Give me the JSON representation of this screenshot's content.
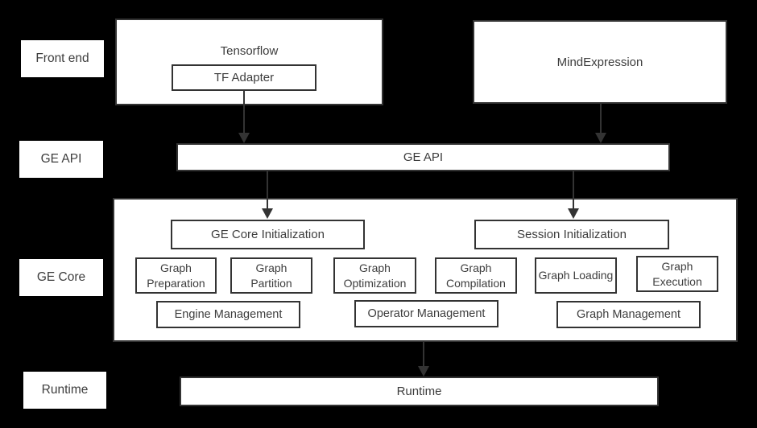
{
  "colors": {
    "background": "#000000",
    "box_fill": "#ffffff",
    "box_border": "#333333",
    "text": "#3d3d3d",
    "arrow": "#333333"
  },
  "layer_labels": {
    "front_end": "Front end",
    "ge_api": "GE API",
    "ge_core": "GE Core",
    "runtime": "Runtime"
  },
  "front_end": {
    "tensorflow": "Tensorflow",
    "tf_adapter": "TF Adapter",
    "mind_expression": "MindExpression"
  },
  "ge_api": {
    "label": "GE API"
  },
  "ge_core": {
    "ge_core_initialization": "GE Core Initialization",
    "session_initialization": "Session Initialization",
    "modules": [
      "Graph Preparation",
      "Graph Partition",
      "Graph Optimization",
      "Graph Compilation",
      "Graph Loading",
      "Graph Execution"
    ],
    "management": [
      "Engine Management",
      "Operator Management",
      "Graph Management"
    ]
  },
  "runtime": {
    "label": "Runtime"
  }
}
